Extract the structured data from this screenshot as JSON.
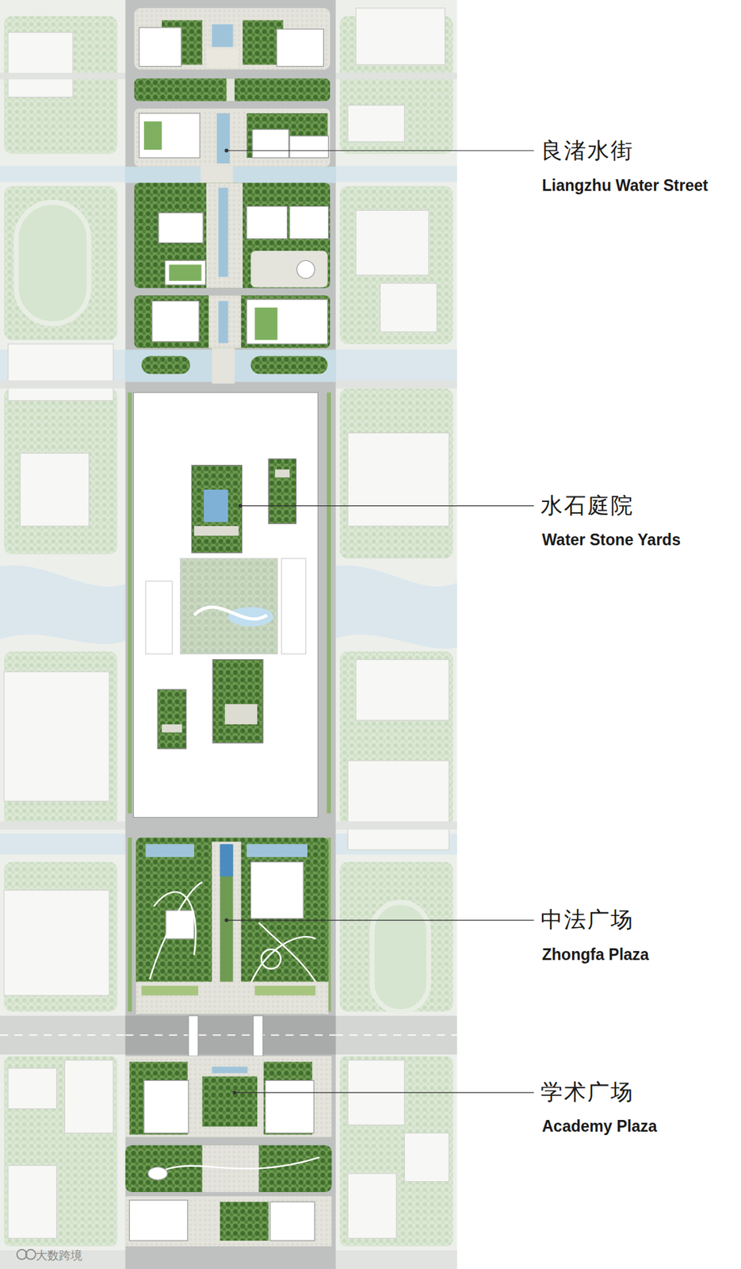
{
  "diagram": {
    "labels": [
      "良渚水街",
      "Liangzhu Water Street",
      "水石庭院",
      "Water Stone Yards",
      "中法广场",
      "Zhongfa Plaza",
      "学术广场",
      "Academy Plaza",
      "大数跨境"
    ]
  }
}
